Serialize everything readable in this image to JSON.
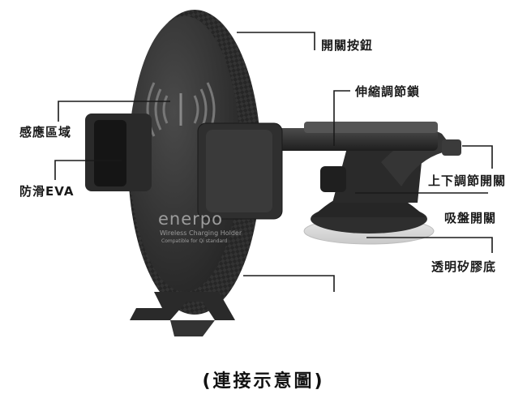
{
  "callouts": {
    "power_button": "開關按鈕",
    "telescopic_lock": "伸縮調節鎖",
    "sensing_area": "感應區域",
    "antislip_eva": "防滑EVA",
    "tilt_switch": "上下調節開關",
    "suction_switch": "吸盤開關",
    "clear_gel_base": "透明矽膠底"
  },
  "product": {
    "brand": "enerpo",
    "subtitle": "Wireless Charging Holder",
    "small_text": "Compatible for Qi standard"
  },
  "caption": "(連接示意圖)",
  "colors": {
    "body": "#2b2b2b",
    "dark": "#1b1b1b",
    "mid": "#3a3a3a",
    "light": "#6a6a6a",
    "text": "#1a1a1a"
  }
}
